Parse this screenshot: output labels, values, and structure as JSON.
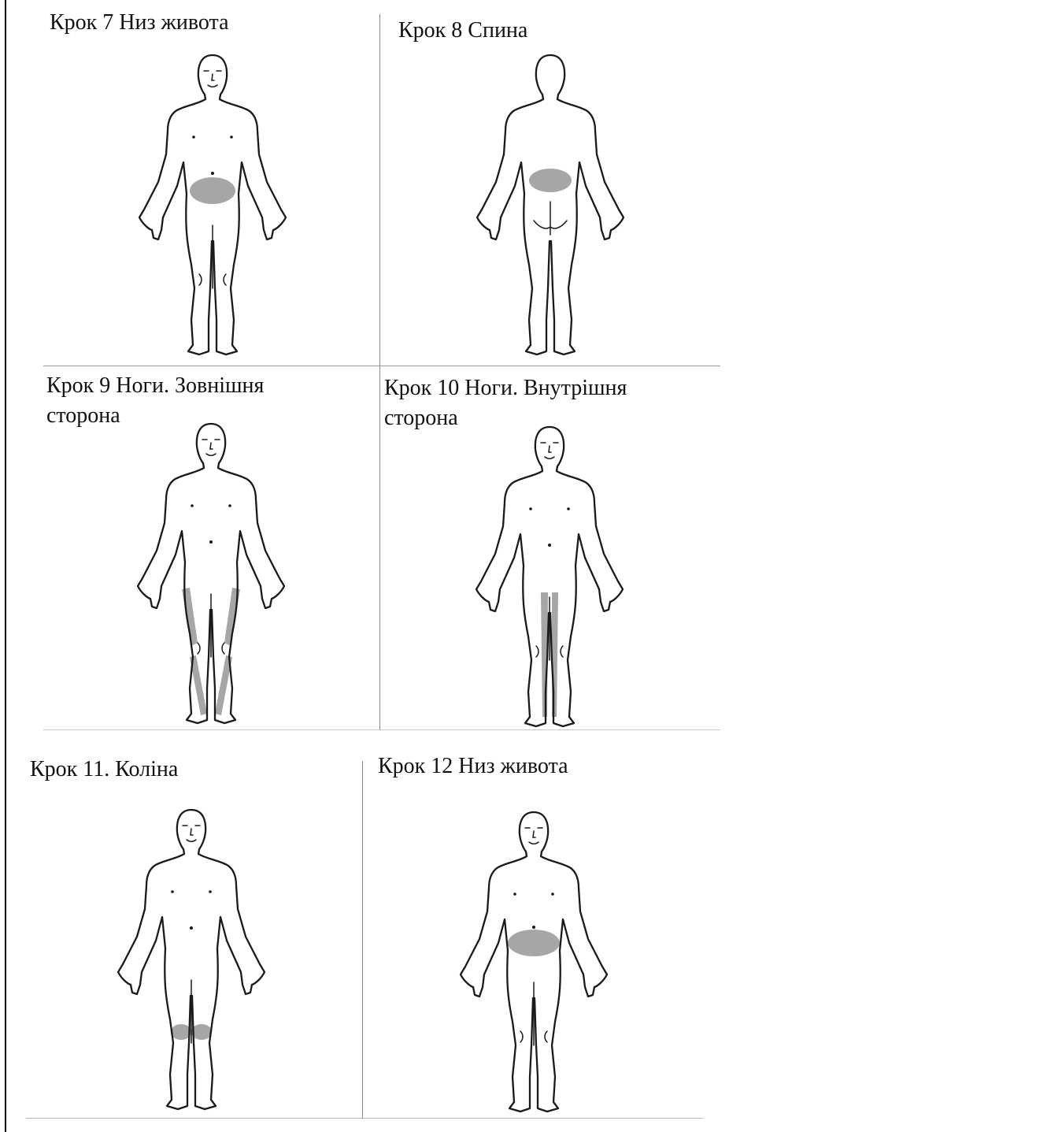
{
  "panels": [
    {
      "caption_lines": [
        "Крок 7 Низ живота"
      ],
      "view": "front",
      "highlight": "lower-abdomen"
    },
    {
      "caption_lines": [
        "Крок 8 Спина"
      ],
      "view": "back",
      "highlight": "lower-back"
    },
    {
      "caption_lines": [
        "Крок 9 Ноги. Зовнішня",
        "сторона"
      ],
      "view": "front",
      "highlight": "outer-legs"
    },
    {
      "caption_lines": [
        "Крок 10 Ноги. Внутрішня",
        "сторона"
      ],
      "view": "front",
      "highlight": "inner-legs"
    },
    {
      "caption_lines": [
        "Крок 11. Коліна"
      ],
      "view": "front",
      "highlight": "knees"
    },
    {
      "caption_lines": [
        "Крок 12 Низ живота"
      ],
      "view": "front",
      "highlight": "lower-abdomen"
    }
  ],
  "colors": {
    "highlight": "#8d8d8d",
    "outline": "#1a1a1a",
    "divider": "#9a9a9a"
  }
}
